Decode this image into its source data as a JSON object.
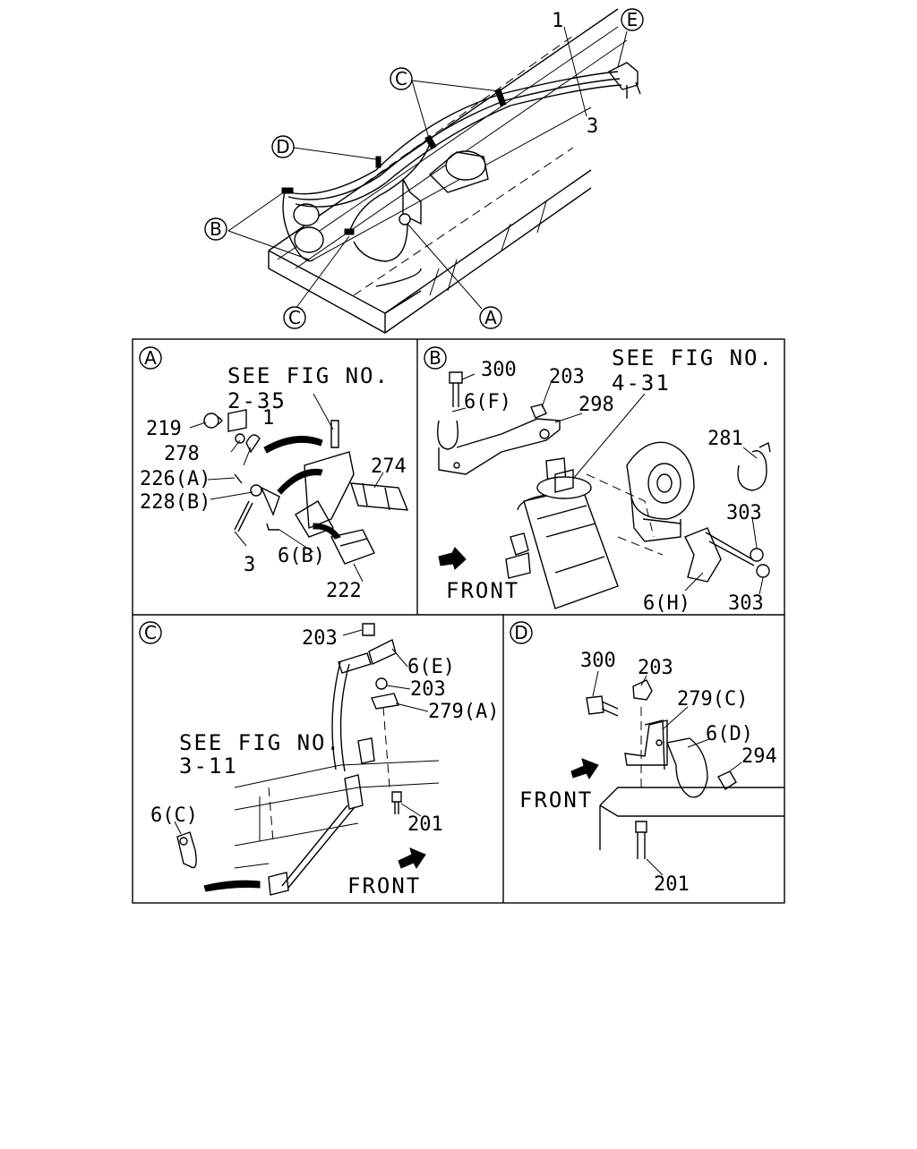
{
  "overview": {
    "callouts": [
      "A",
      "B",
      "C",
      "C",
      "D",
      "E"
    ],
    "numbers": [
      "1",
      "3"
    ]
  },
  "panels": {
    "A": {
      "letter": "A",
      "see_fig": "SEE FIG NO.",
      "see_fig_no": "2-35",
      "labels": [
        "219",
        "278",
        "1",
        "226(A)",
        "228(B)",
        "274",
        "3",
        "6(B)",
        "222"
      ]
    },
    "B": {
      "letter": "B",
      "see_fig": "SEE FIG NO.",
      "see_fig_no": "4-31",
      "labels": [
        "300",
        "6(F)",
        "203",
        "298",
        "281",
        "303",
        "303",
        "6(H)"
      ],
      "front": "FRONT"
    },
    "C": {
      "letter": "C",
      "see_fig": "SEE FIG NO.",
      "see_fig_no": "3-11",
      "labels": [
        "203",
        "6(E)",
        "203",
        "279(A)",
        "201",
        "6(C)"
      ],
      "front": "FRONT"
    },
    "D": {
      "letter": "D",
      "labels": [
        "300",
        "203",
        "279(C)",
        "6(D)",
        "294",
        "201"
      ],
      "front": "FRONT"
    }
  }
}
